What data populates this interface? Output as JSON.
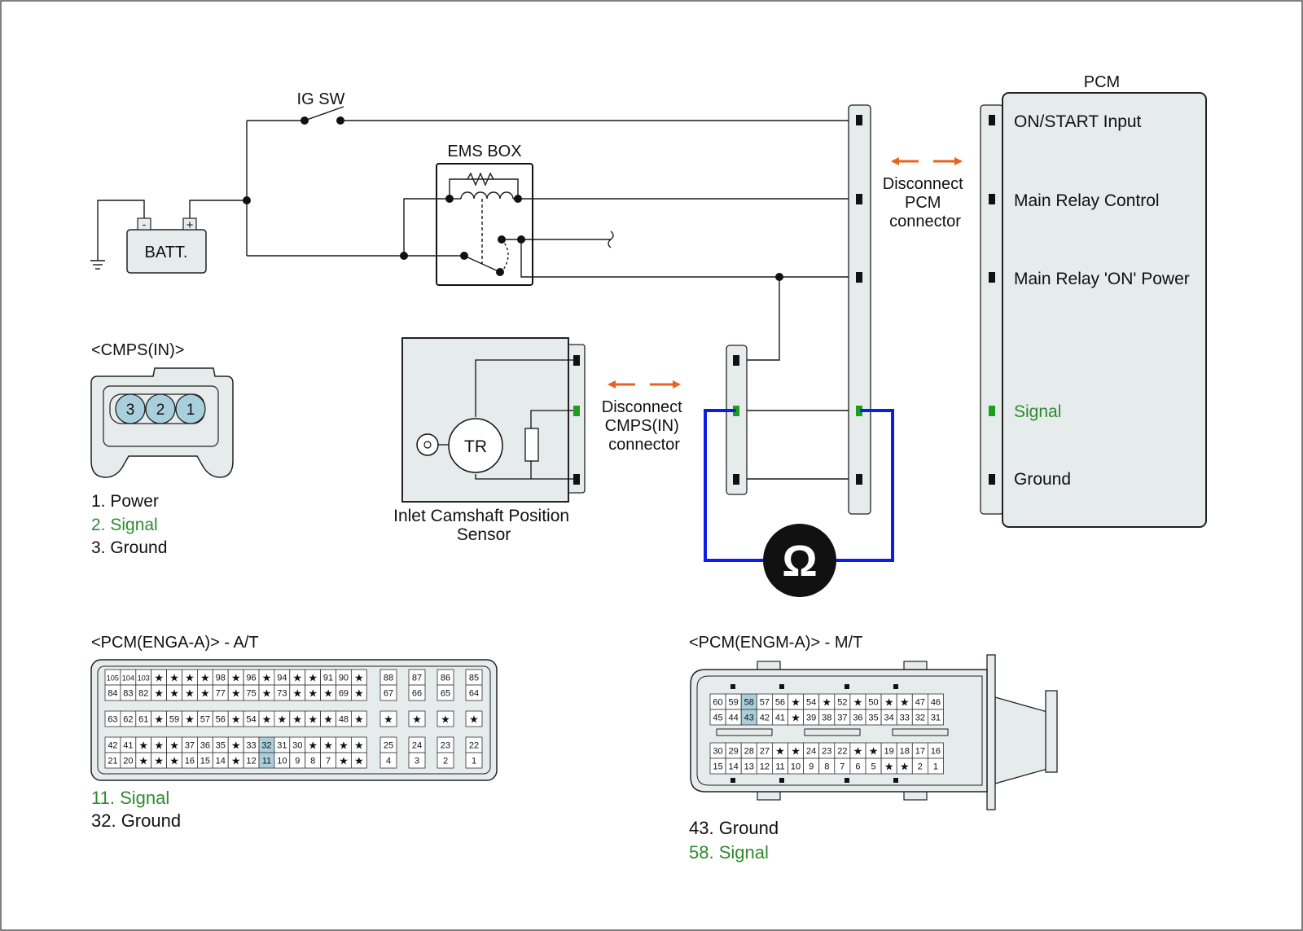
{
  "colors": {
    "wire": "#1a1a1a",
    "meter_loop": "#0a1ee6",
    "signal_text": "#2e8b2e",
    "signal_pin": "#1e9e1e",
    "arrow": "#e8641e",
    "panel_fill": "#e6ebeb",
    "panel_stroke": "#222222",
    "pin_highlight": "#aacfdc"
  },
  "top_labels": {
    "ig_sw": "IG SW",
    "ems_box": "EMS BOX",
    "batt": "BATT.",
    "batt_minus": "-",
    "batt_plus": "+",
    "pcm": "PCM",
    "disconnect_pcm": [
      "Disconnect",
      "PCM",
      "connector"
    ],
    "disconnect_cmps": [
      "Disconnect",
      "CMPS(IN)",
      "connector"
    ],
    "tr": "TR",
    "sensor_name": [
      "Inlet Camshaft Position",
      "Sensor"
    ],
    "ohm_symbol": "Ω"
  },
  "pcm_pins": [
    {
      "label": "ON/START Input",
      "is_signal": false
    },
    {
      "label": "Main Relay Control",
      "is_signal": false
    },
    {
      "label": "Main Relay 'ON' Power",
      "is_signal": false
    },
    {
      "label": "Signal",
      "is_signal": true
    },
    {
      "label": "Ground",
      "is_signal": false
    }
  ],
  "cmps": {
    "title": "<CMPS(IN)>",
    "pins": [
      "3",
      "2",
      "1"
    ],
    "legend": [
      {
        "text": "1. Power",
        "is_signal": false
      },
      {
        "text": "2. Signal",
        "is_signal": true
      },
      {
        "text": "3. Ground",
        "is_signal": false
      }
    ]
  },
  "engA": {
    "title": "<PCM(ENGA-A)> - A/T",
    "block1": [
      [
        "105",
        "104",
        "103",
        "★",
        "★",
        "★",
        "★",
        "98",
        "★",
        "96",
        "★",
        "94",
        "★",
        "★",
        "91",
        "90",
        "★"
      ],
      [
        "84",
        "83",
        "82",
        "★",
        "★",
        "★",
        "★",
        "77",
        "★",
        "75",
        "★",
        "73",
        "★",
        "★",
        "★",
        "69",
        "★"
      ],
      [
        "63",
        "62",
        "61",
        "★",
        "59",
        "★",
        "57",
        "56",
        "★",
        "54",
        "★",
        "★",
        "★",
        "★",
        "★",
        "48",
        "★"
      ],
      [
        "42",
        "41",
        "★",
        "★",
        "★",
        "37",
        "36",
        "35",
        "★",
        "33",
        "32",
        "31",
        "30",
        "★",
        "★",
        "★",
        "★"
      ],
      [
        "21",
        "20",
        "★",
        "★",
        "★",
        "16",
        "15",
        "14",
        "★",
        "12",
        "11",
        "10",
        "9",
        "8",
        "7",
        "★",
        "★"
      ]
    ],
    "block2": [
      [
        "88",
        "87",
        "86",
        "85"
      ],
      [
        "67",
        "66",
        "65",
        "64"
      ],
      [
        "★",
        "★",
        "★",
        "★"
      ],
      [
        "25",
        "24",
        "23",
        "22"
      ],
      [
        "4",
        "3",
        "2",
        "1"
      ]
    ],
    "highlight": [
      "32",
      "11"
    ],
    "legend": [
      {
        "text": "11. Signal",
        "is_signal": true
      },
      {
        "text": "32. Ground",
        "is_signal": false
      }
    ]
  },
  "engM": {
    "title": "<PCM(ENGM-A)> - M/T",
    "rows": [
      [
        "60",
        "59",
        "58",
        "57",
        "56",
        "★",
        "54",
        "★",
        "52",
        "★",
        "50",
        "★",
        "★",
        "47",
        "46"
      ],
      [
        "45",
        "44",
        "43",
        "42",
        "41",
        "★",
        "39",
        "38",
        "37",
        "36",
        "35",
        "34",
        "33",
        "32",
        "31"
      ],
      [
        "30",
        "29",
        "28",
        "27",
        "★",
        "★",
        "24",
        "23",
        "22",
        "★",
        "★",
        "19",
        "18",
        "17",
        "16"
      ],
      [
        "15",
        "14",
        "13",
        "12",
        "11",
        "10",
        "9",
        "8",
        "7",
        "6",
        "5",
        "★",
        "★",
        "2",
        "1"
      ]
    ],
    "highlight": [
      "58",
      "43"
    ],
    "legend": [
      {
        "text": "43. Ground",
        "is_signal": false
      },
      {
        "text": "58. Signal",
        "is_signal": true
      }
    ]
  }
}
